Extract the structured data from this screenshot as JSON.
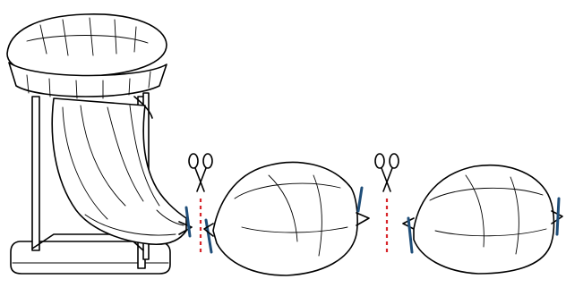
{
  "diagram": {
    "kind": "illustration",
    "colors": {
      "outline": "#000000",
      "background": "#ffffff",
      "tie": "#1f4e79",
      "cut_line": "#d8262b"
    },
    "icons": [
      "stand-icon",
      "mesh-bag-icon",
      "scissors-icon",
      "twist-tie-icon",
      "cut-line"
    ],
    "segments": 2,
    "cut_points": 2
  }
}
